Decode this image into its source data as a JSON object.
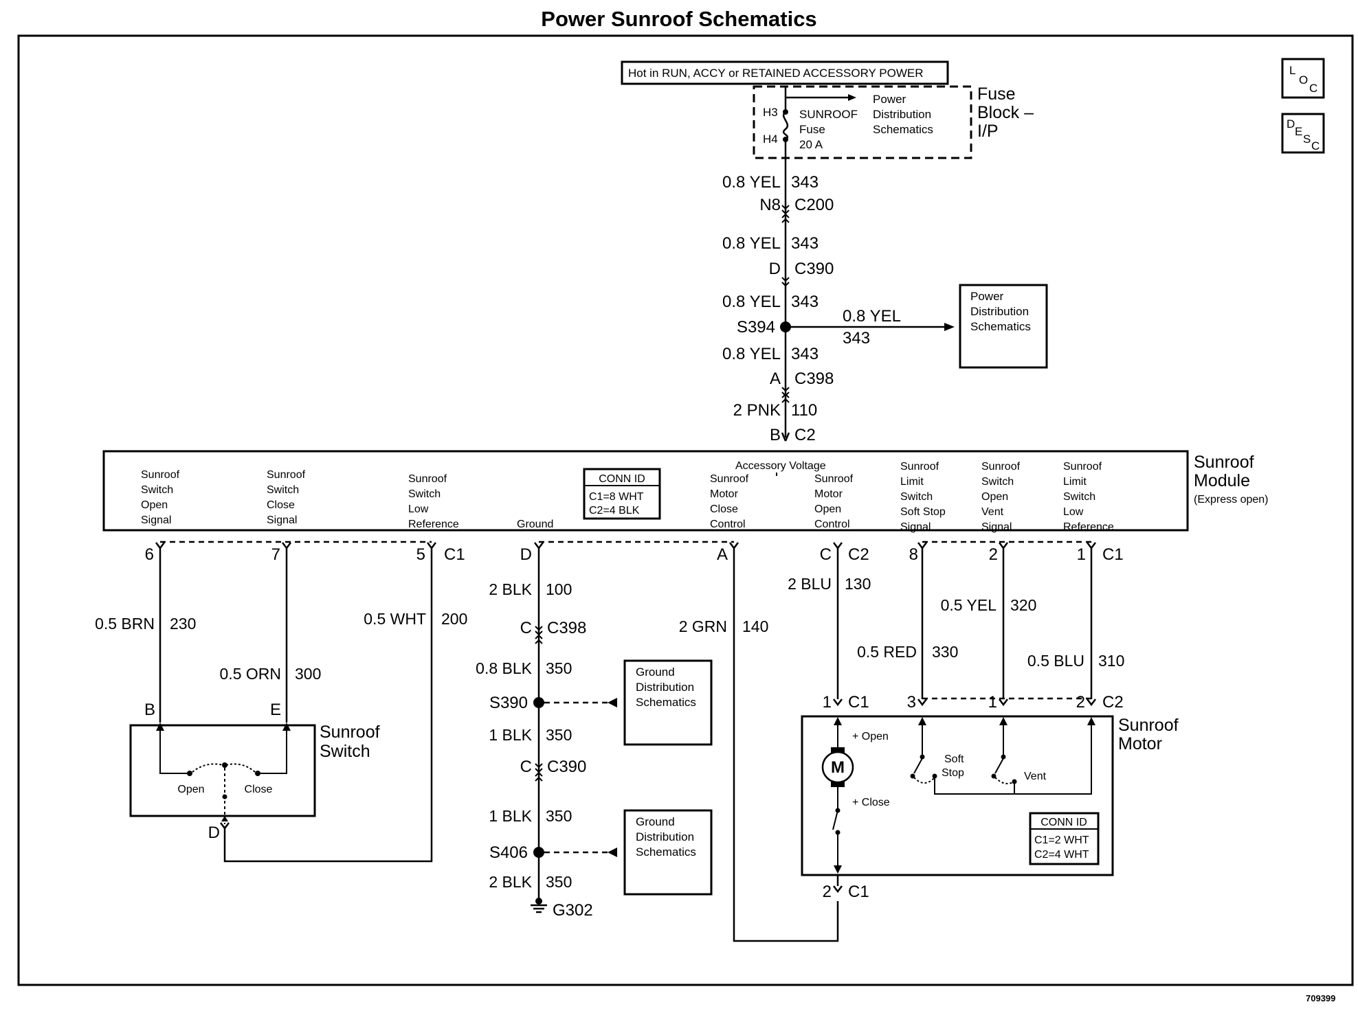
{
  "title": "Power Sunroof Schematics",
  "figure_code": "709399",
  "icons": {
    "loc": [
      "L",
      "O",
      "C"
    ],
    "desc": [
      "D",
      "E",
      "S",
      "C"
    ]
  },
  "power_source": "Hot in RUN, ACCY or RETAINED ACCESSORY POWER",
  "fuse_block": {
    "title": [
      "Fuse",
      "Block –",
      "I/P"
    ],
    "pin_top": "H3",
    "pin_bottom": "H4",
    "fuse": [
      "SUNROOF",
      "Fuse",
      "20 A"
    ],
    "ref": [
      "Power",
      "Distribution",
      "Schematics"
    ]
  },
  "feed": [
    {
      "wire": "0.8 YEL",
      "circuit": "343"
    },
    {
      "pin": "N8",
      "connector": "C200"
    },
    {
      "wire": "0.8 YEL",
      "circuit": "343"
    },
    {
      "pin": "D",
      "connector": "C390"
    },
    {
      "wire": "0.8 YEL",
      "circuit": "343"
    },
    {
      "splice": "S394"
    },
    {
      "wire": "0.8 YEL",
      "circuit": "343"
    },
    {
      "pin": "A",
      "connector": "C398"
    },
    {
      "wire": "2 PNK",
      "circuit": "110"
    },
    {
      "pin": "B",
      "connector": "C2"
    }
  ],
  "branch": {
    "wire": "0.8 YEL",
    "circuit": "343",
    "ref": [
      "Power",
      "Distribution",
      "Schematics"
    ]
  },
  "module": {
    "title": [
      "Sunroof",
      "Module"
    ],
    "subtitle": "(Express open)",
    "accessory_voltage": "Accessory Voltage",
    "conn_id": {
      "header": "CONN ID",
      "lines": [
        "C1=8 WHT",
        "C2=4 BLK"
      ]
    },
    "terminals": {
      "t1": [
        "Sunroof",
        "Switch",
        "Open",
        "Signal"
      ],
      "t2": [
        "Sunroof",
        "Switch",
        "Close",
        "Signal"
      ],
      "t3": [
        "Sunroof",
        "Switch",
        "Low",
        "Reference"
      ],
      "t4": [
        "Ground"
      ],
      "t5": [
        "Sunroof",
        "Motor",
        "Close",
        "Control"
      ],
      "t6": [
        "Sunroof",
        "Motor",
        "Open",
        "Control"
      ],
      "t7": [
        "Sunroof",
        "Limit",
        "Switch",
        "Soft Stop",
        "Signal"
      ],
      "t8": [
        "Sunroof",
        "Switch",
        "Open",
        "Vent",
        "Signal"
      ],
      "t9": [
        "Sunroof",
        "Limit",
        "Switch",
        "Low",
        "Reference"
      ]
    },
    "pins": {
      "p6": "6",
      "p7": "7",
      "p5": "5",
      "c1a": "C1",
      "pD": "D",
      "pA": "A",
      "pC": "C",
      "c2": "C2",
      "p8": "8",
      "p2": "2",
      "p1": "1",
      "c1b": "C1"
    }
  },
  "wires": {
    "brn": {
      "wire": "0.5 BRN",
      "circuit": "230"
    },
    "orn": {
      "wire": "0.5 ORN",
      "circuit": "300"
    },
    "wht": {
      "wire": "0.5 WHT",
      "circuit": "200"
    },
    "blk100": {
      "wire": "2 BLK",
      "circuit": "100"
    },
    "grn": {
      "wire": "2 GRN",
      "circuit": "140"
    },
    "blu130": {
      "wire": "2 BLU",
      "circuit": "130"
    },
    "red": {
      "wire": "0.5 RED",
      "circuit": "330"
    },
    "yel320": {
      "wire": "0.5 YEL",
      "circuit": "320"
    },
    "blu310": {
      "wire": "0.5 BLU",
      "circuit": "310"
    }
  },
  "ground_path": [
    {
      "pin": "C",
      "connector": "C398"
    },
    {
      "wire": "0.8 BLK",
      "circuit": "350"
    },
    {
      "splice": "S390"
    },
    {
      "wire": "1 BLK",
      "circuit": "350"
    },
    {
      "pin": "C",
      "connector": "C390"
    },
    {
      "wire": "1 BLK",
      "circuit": "350"
    },
    {
      "splice": "S406"
    },
    {
      "wire": "2 BLK",
      "circuit": "350"
    },
    {
      "ground": "G302"
    }
  ],
  "ground_ref": [
    "Ground",
    "Distribution",
    "Schematics"
  ],
  "switch": {
    "title": [
      "Sunroof",
      "Switch"
    ],
    "pins": {
      "b": "B",
      "e": "E",
      "d": "D"
    },
    "open": "Open",
    "close": "Close"
  },
  "motor": {
    "title": [
      "Sunroof",
      "Motor"
    ],
    "m": "M",
    "plus_open": "+ Open",
    "plus_close": "+ Close",
    "soft_stop": [
      "Soft",
      "Stop"
    ],
    "vent": "Vent",
    "pins_top": {
      "p1": "1",
      "c1": "C1",
      "p3": "3",
      "p1b": "1",
      "p2": "2",
      "c2": "C2"
    },
    "pins_bottom": {
      "p2": "2",
      "c1": "C1"
    },
    "conn_id": {
      "header": "CONN ID",
      "lines": [
        "C1=2 WHT",
        "C2=4 WHT"
      ]
    }
  }
}
